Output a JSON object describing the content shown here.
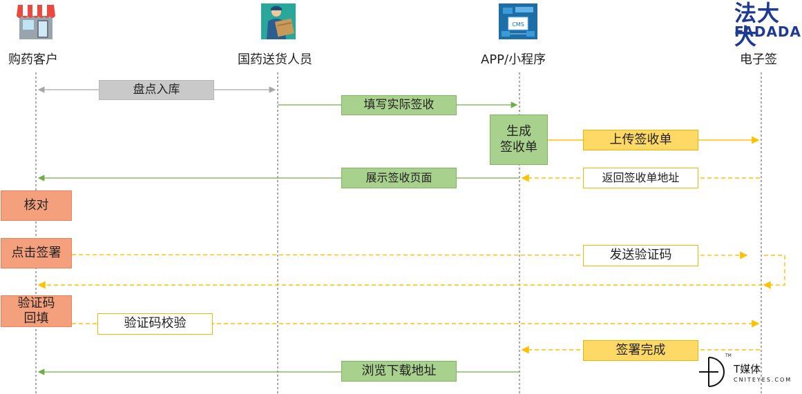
{
  "actors": [
    {
      "name": "购药客户",
      "icon": "shop-icon"
    },
    {
      "name": "国药送货人员",
      "icon": "delivery-person-icon"
    },
    {
      "name": "APP/小程序",
      "icon": "app-cms-icon"
    },
    {
      "name": "电子签",
      "icon": "fadada-logo"
    }
  ],
  "brand": {
    "cn": "法大大",
    "en": "FADADA",
    "color": "#1f3a93"
  },
  "steps": {
    "inventory": "盘点入库",
    "fill_receipt": "填写实际签收",
    "generate_receipt_l1": "生成",
    "generate_receipt_l2": "签收单",
    "upload_receipt": "上传签收单",
    "show_page": "展示签收页面",
    "return_address": "返回签收单地址",
    "verify": "核对",
    "click_sign": "点击签署",
    "send_code": "发送验证码",
    "code_fill_l1": "验证码",
    "code_fill_l2": "回填",
    "code_check": "验证码校验",
    "sign_done": "签署完成",
    "browse_download": "浏览下载地址"
  },
  "watermark": {
    "title": "T媒体",
    "subtitle": "CNITEYES.COM",
    "tm": "TM"
  },
  "colors": {
    "green": "#70ad47",
    "yellow": "#ffc000",
    "gray": "#a6a6a6",
    "lifeline": "#555555"
  }
}
